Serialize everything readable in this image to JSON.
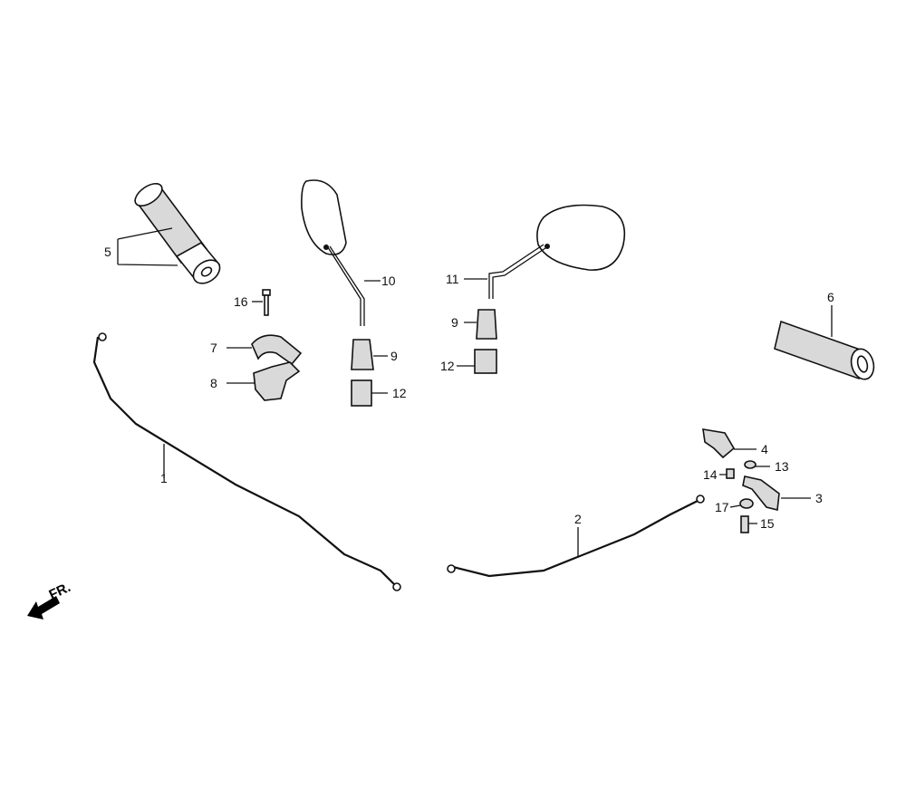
{
  "diagram": {
    "direction_label": "FR.",
    "callouts": {
      "c1": "1",
      "c2": "2",
      "c3": "3",
      "c4": "4",
      "c5": "5",
      "c6": "6",
      "c7": "7",
      "c8": "8",
      "c9a": "9",
      "c9b": "9",
      "c10": "10",
      "c11": "11",
      "c12a": "12",
      "c12b": "12",
      "c13": "13",
      "c14": "14",
      "c15": "15",
      "c16": "16",
      "c17": "17"
    }
  }
}
